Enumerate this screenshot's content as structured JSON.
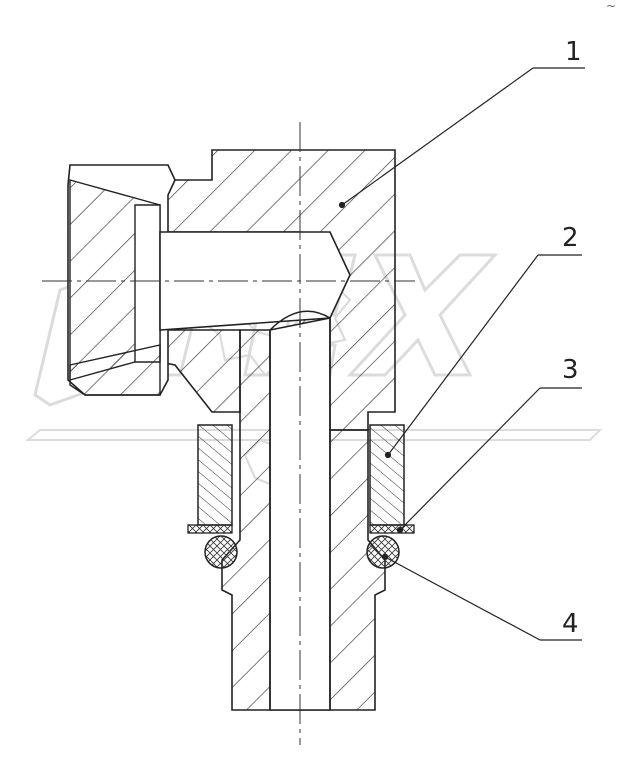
{
  "callouts": [
    {
      "id": "1",
      "label": "1"
    },
    {
      "id": "2",
      "label": "2"
    },
    {
      "id": "3",
      "label": "3"
    },
    {
      "id": "4",
      "label": "4"
    }
  ],
  "corner_mark": "~",
  "watermark": {
    "text": "OPEX",
    "color": "#dddddd"
  }
}
